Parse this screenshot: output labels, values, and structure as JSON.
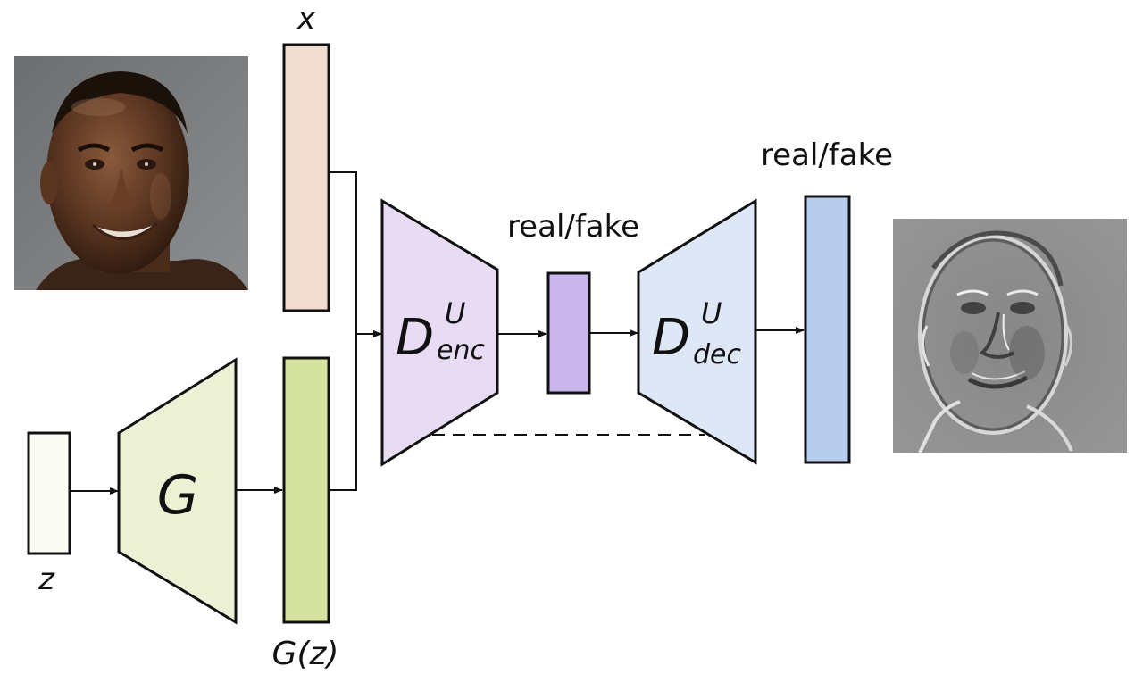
{
  "colors": {
    "x_bar": "#f2dbd1",
    "z_bar": "#fafcf4",
    "G_block": "#ecf1d5",
    "Gz_bar": "#d6e3a0",
    "enc_block": "#e8dcf4",
    "mid_bar": "#c8b6ea",
    "dec_block": "#dde7f6",
    "out_bar": "#b7cdee",
    "stroke": "#111111"
  },
  "labels": {
    "x": "x",
    "z": "z",
    "G": "G",
    "Gz": "G(z)",
    "D_enc_base": "D",
    "D_enc_sup": "U",
    "D_enc_sub": "enc",
    "D_dec_base": "D",
    "D_dec_sup": "U",
    "D_dec_sub": "dec",
    "real_fake_1": "real/fake",
    "real_fake_2": "real/fake"
  },
  "images": {
    "input_face": "face-photo",
    "output_map": "grayscale-face-map"
  },
  "icons": {
    "arrow": "arrow-right-icon"
  }
}
